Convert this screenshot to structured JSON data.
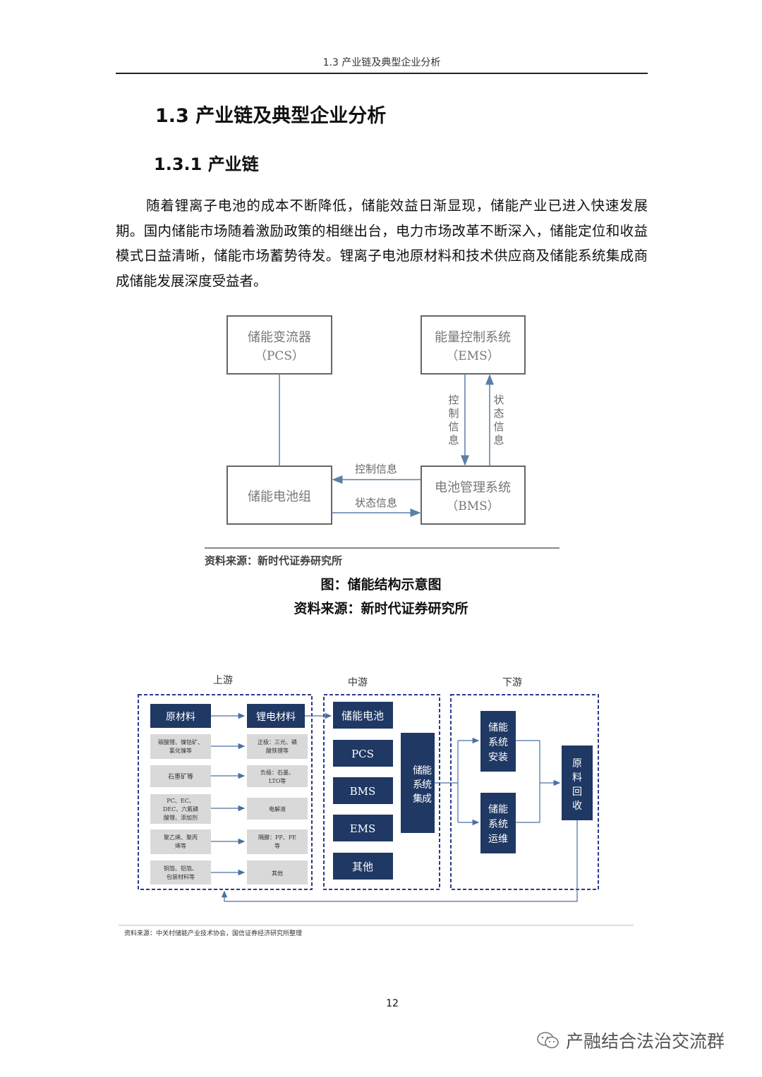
{
  "header": {
    "running_title": "1.3 产业链及典型企业分析"
  },
  "section": {
    "title": "1.3 产业链及典型企业分析",
    "subtitle": "1.3.1 产业链"
  },
  "body": {
    "paragraph": "随着锂离子电池的成本不断降低，储能效益日渐显现，储能产业已进入快速发展期。国内储能市场随着激励政策的相继出台，电力市场改革不断深入，储能定位和收益模式日益清晰，储能市场蓄势待发。锂离子电池原材料和技术供应商及储能系统集成商成储能发展深度受益者。"
  },
  "figure1": {
    "pcs_line1": "储能变流器",
    "pcs_line2": "（PCS）",
    "ems_line1": "能量控制系统",
    "ems_line2": "（EMS）",
    "battery_group": "储能电池组",
    "bms_line1": "电池管理系统",
    "bms_line2": "（BMS）",
    "control_info": "控制信息",
    "status_info": "状态信息",
    "v_control": [
      "控",
      "制",
      "信",
      "息"
    ],
    "v_status": [
      "状",
      "态",
      "信",
      "息"
    ],
    "source": "资料来源：新时代证券研究所",
    "caption": "图：储能结构示意图",
    "caption_source": "资料来源：新时代证券研究所"
  },
  "figure2": {
    "upstream": "上游",
    "midstream": "中游",
    "downstream": "下游",
    "raw_materials": "原材料",
    "li_materials": "锂电材料",
    "left_items": [
      [
        "碳酸锂、镍钴矿、",
        "氯化镍等"
      ],
      [
        "石墨矿等"
      ],
      [
        "PC、EC、",
        "DEC、六氟磷",
        "酸锂、添加剂"
      ],
      [
        "聚乙烯、聚丙",
        "烯等"
      ],
      [
        "铜箔、铝箔、",
        "包装材料等"
      ]
    ],
    "right_items": [
      [
        "正极：三元、磷",
        "酸铁锂等"
      ],
      [
        "负极：石墨、",
        "LTO等"
      ],
      [
        "电解液"
      ],
      [
        "隔膜：PP、PE",
        "等"
      ],
      [
        "其他"
      ]
    ],
    "mid_items": [
      "储能电池",
      "PCS",
      "BMS",
      "EMS",
      "其他"
    ],
    "integration": [
      "储",
      "能",
      "系",
      "统",
      "集",
      "成"
    ],
    "install": [
      "储能",
      "系统",
      "安装"
    ],
    "operate": [
      "储能",
      "系统",
      "运维"
    ],
    "recycle": [
      "原",
      "料",
      "回",
      "收"
    ],
    "source": "资料来源：中关村储能产业技术协会，国信证券经济研究所整理"
  },
  "footer": {
    "page_number": "12",
    "watermark": "产融结合法治交流群"
  },
  "colors": {
    "navy": "#1f3864",
    "dashed_border": "#2b3a8c",
    "gray_box": "#d9d9d9"
  }
}
